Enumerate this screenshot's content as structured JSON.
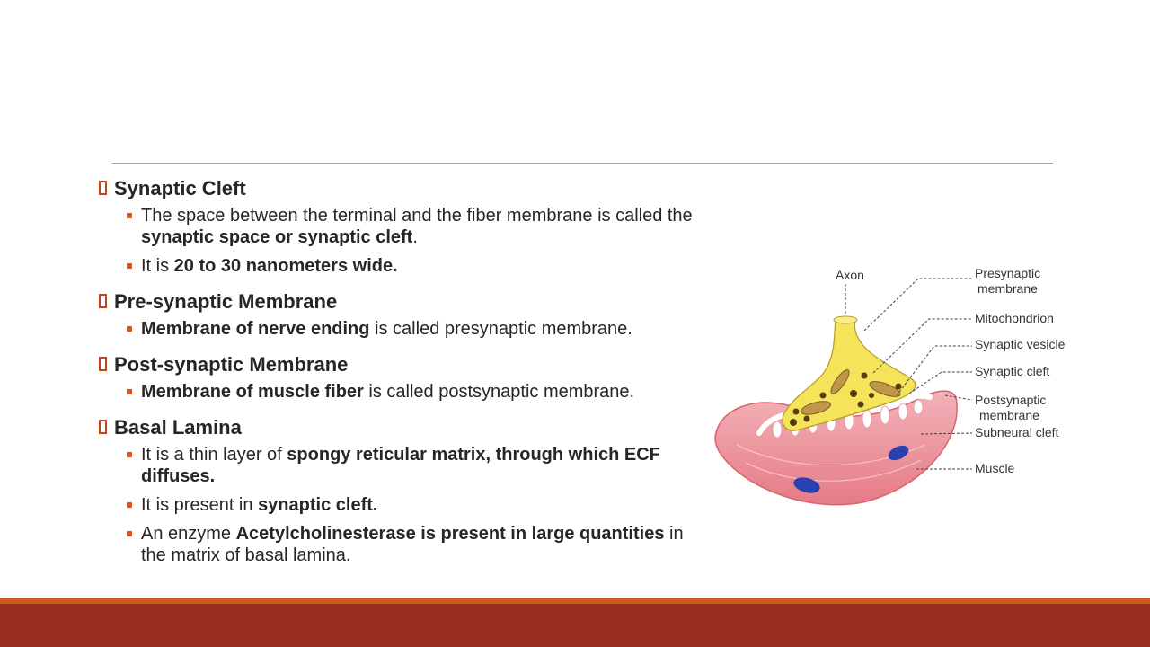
{
  "sections": [
    {
      "heading": "Synaptic Cleft",
      "bullets": [
        [
          {
            "t": "The space between the terminal and the fiber membrane is called the ",
            "b": false
          },
          {
            "t": "synaptic space or synaptic cleft",
            "b": true
          },
          {
            "t": ".",
            "b": false
          }
        ],
        [
          {
            "t": "It is ",
            "b": false
          },
          {
            "t": "20 to 30 nanometers wide.",
            "b": true
          }
        ]
      ]
    },
    {
      "heading": "Pre-synaptic Membrane",
      "bullets": [
        [
          {
            "t": "Membrane of nerve ending",
            "b": true
          },
          {
            "t": " is called presynaptic membrane.",
            "b": false
          }
        ]
      ]
    },
    {
      "heading": "Post-synaptic Membrane",
      "bullets": [
        [
          {
            "t": "Membrane of muscle fiber",
            "b": true
          },
          {
            "t": " is called postsynaptic membrane.",
            "b": false
          }
        ]
      ]
    },
    {
      "heading": "Basal Lamina",
      "bullets": [
        [
          {
            "t": "It is a thin layer of ",
            "b": false
          },
          {
            "t": "spongy reticular matrix, through which ECF  diffuses.",
            "b": true
          }
        ],
        [
          {
            "t": "It is present in ",
            "b": false
          },
          {
            "t": "synaptic cleft.",
            "b": true
          }
        ],
        [
          {
            "t": "An enzyme ",
            "b": false
          },
          {
            "t": "Acetylcholinesterase is present in large quantities",
            "b": true
          },
          {
            "t": " in the matrix of basal lamina.",
            "b": false
          }
        ]
      ]
    }
  ],
  "figure": {
    "labels": {
      "axon": "Axon",
      "presynaptic_1": "Presynaptic",
      "presynaptic_2": "membrane",
      "mitochondrion": "Mitochondrion",
      "synaptic_vesicle": "Synaptic vesicle",
      "synaptic_cleft": "Synaptic cleft",
      "postsynaptic_1": "Postsynaptic",
      "postsynaptic_2": "membrane",
      "subneural_cleft": "Subneural cleft",
      "muscle": "Muscle"
    }
  },
  "colors": {
    "accent_orange": "#d8541f",
    "footer_dark": "#9b2d1f",
    "footer_light": "#cf5a1e",
    "terminal_yellow": "#f5e35a",
    "muscle_pink": "#e98a93"
  }
}
